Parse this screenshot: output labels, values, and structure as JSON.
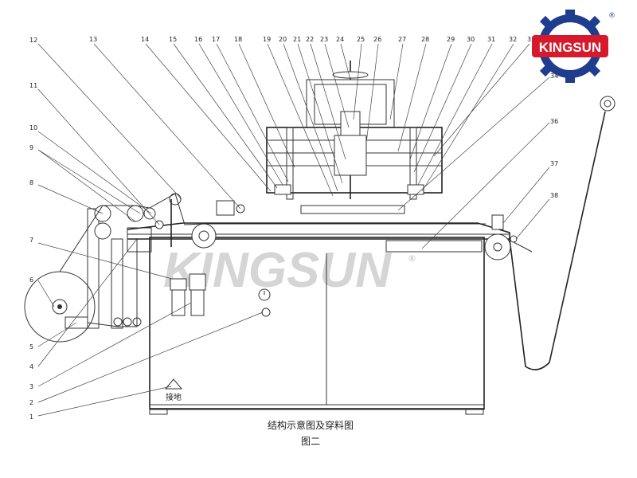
{
  "brand": {
    "logo_text": "KINGSUN",
    "registered_mark": "®",
    "colors": {
      "gear": "#1f3d8f",
      "banner": "#d6192b",
      "text": "#ffffff"
    }
  },
  "watermark": {
    "text": "KINGSUN",
    "mark": "®"
  },
  "caption": {
    "title": "结构示意图及穿料图",
    "subtitle": "图二"
  },
  "ground_label": "接地",
  "callouts": {
    "left": [
      "12",
      "11",
      "10",
      "9",
      "8",
      "7",
      "6",
      "5",
      "4",
      "3",
      "2",
      "1"
    ],
    "top": [
      "13",
      "14",
      "15",
      "16",
      "17",
      "18",
      "19",
      "20",
      "21",
      "22",
      "23",
      "24",
      "25",
      "26",
      "27",
      "28",
      "29",
      "30",
      "31",
      "32",
      "33"
    ],
    "right": [
      "34",
      "36",
      "37",
      "38"
    ]
  }
}
